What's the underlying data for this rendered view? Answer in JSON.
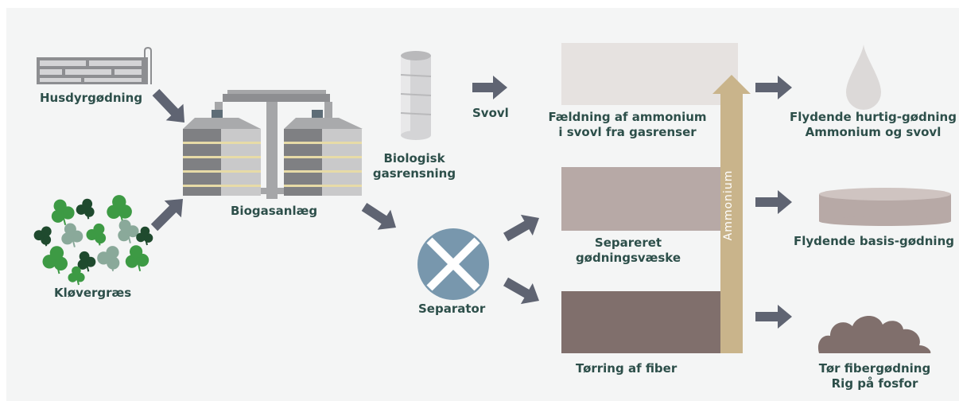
{
  "labels": {
    "husdyr": "Husdyrgødning",
    "klover": "Kløvergræs",
    "biogas": "Biogasanlæg",
    "biologisk_1": "Biologisk",
    "biologisk_2": "gasrensning",
    "svovl": "Svovl",
    "separator": "Separator",
    "faeldning_1": "Fældning af ammonium",
    "faeldning_2": "i svovl fra gasrenser",
    "separeret_1": "Separeret",
    "separeret_2": "gødningsvæske",
    "torring": "Tørring af fiber",
    "ammonium": "Ammonium",
    "hurtig_1": "Flydende hurtig-gødning",
    "hurtig_2": "Ammonium og svovl",
    "basis": "Flydende basis-gødning",
    "fiber_1": "Tør fibergødning",
    "fiber_2": "Rig på fosfor"
  },
  "colors": {
    "background": "#f4f5f5",
    "label_text": "#2d4f4a",
    "flow_arrow": "#5f6472",
    "ammonium_arrow": "#c9b48b",
    "clover_dark": "#1f4a2e",
    "clover_mid": "#3d9a44",
    "clover_light": "#8aa99a",
    "separator": "#7897ad",
    "process_light": "#e6e2e0",
    "process_mid": "#b7a9a6",
    "process_dark": "#806f6c",
    "tank_dark": "#7f8083",
    "tank_light": "#c9c9ca",
    "tank_stripe": "#e7dba7"
  },
  "icons": [
    "manure-tank-icon",
    "clover-icon",
    "biogas-plant-icon",
    "gas-cleaning-cylinder-icon",
    "separator-icon",
    "droplet-icon",
    "liquid-pool-icon",
    "fiber-pile-icon"
  ]
}
